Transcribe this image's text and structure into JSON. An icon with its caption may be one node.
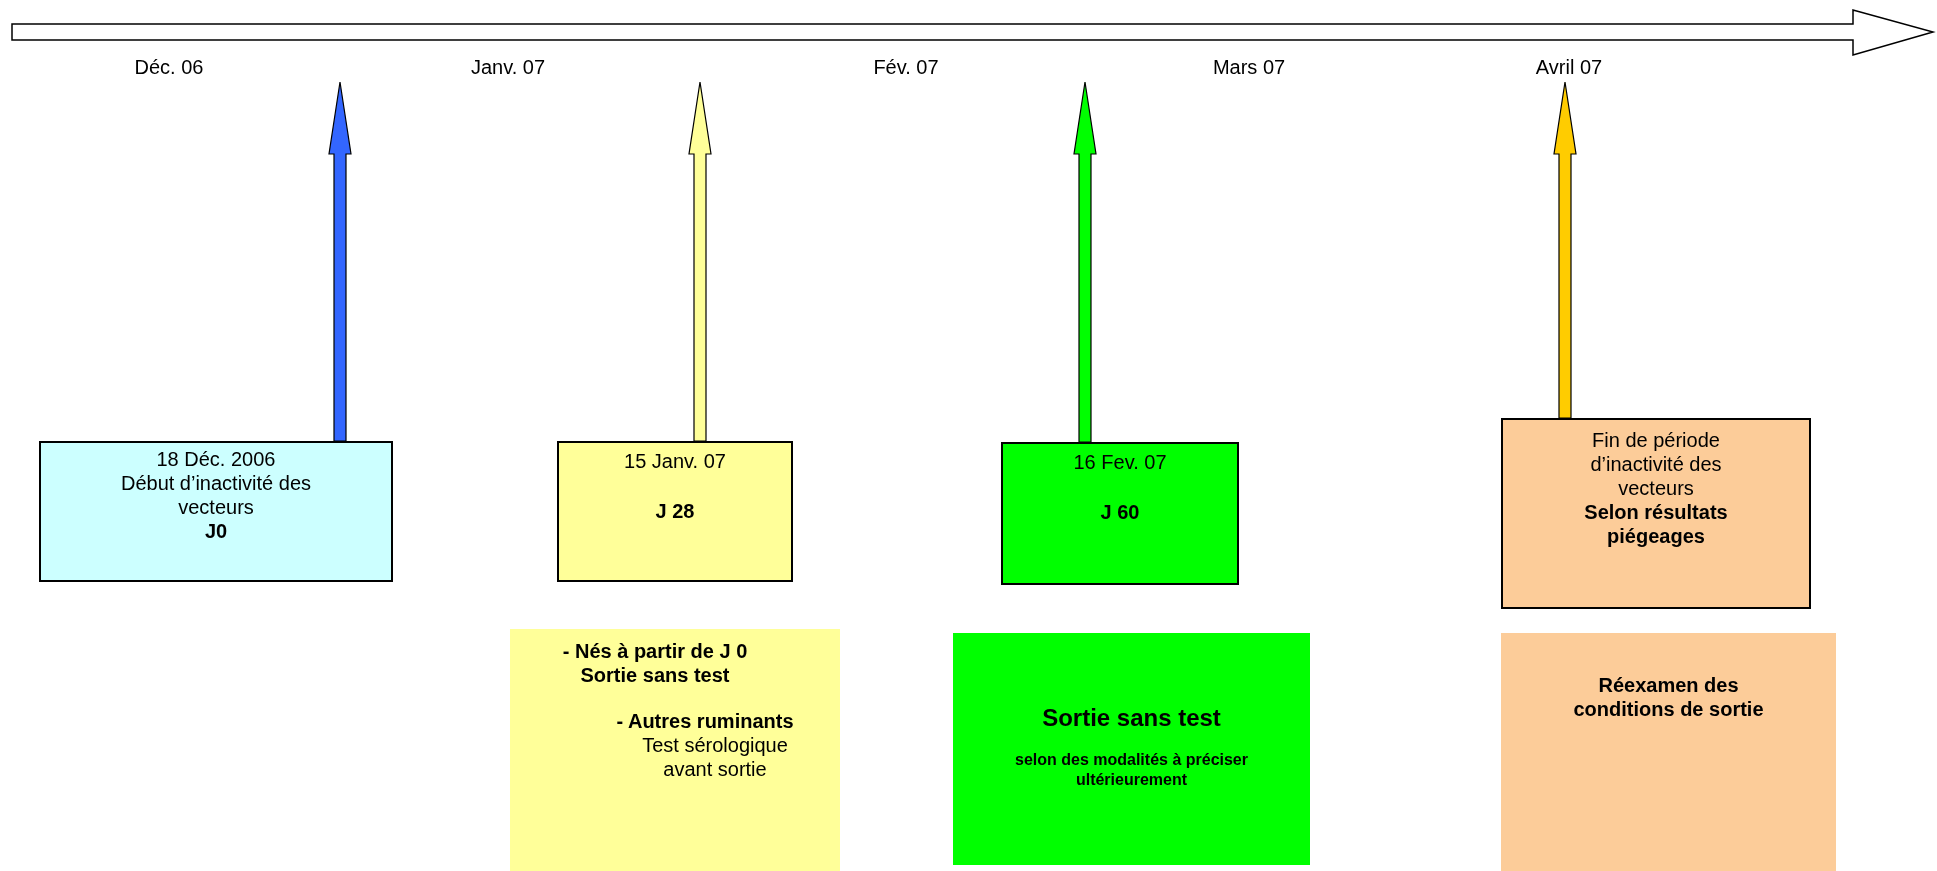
{
  "diagram": {
    "nodes": [
      {
        "text": [
          "18 Déc. 2006",
          "Début d’inactivité des vecteurs",
          "J0"
        ]
      },
      {
        "text": [
          "15 Janv. 07",
          "J 28"
        ]
      },
      {
        "text": [
          "16 Fev. 07",
          "J 60"
        ]
      },
      {
        "text": [
          "Fin de période d’inactivité des vecteurs",
          "Selon résultats piégeages"
        ]
      },
      {
        "text": [
          "- Nés à partir de J 0 Sortie sans test",
          "- Autres ruminants",
          "Test sérologique avant sortie"
        ]
      },
      {
        "text": [
          "Sortie sans test",
          "selon des modalités à préciser ultérieurement"
        ]
      },
      {
        "text": [
          "Réexamen des conditions de sortie"
        ]
      }
    ],
    "edges": [
      {
        "from": 0,
        "to": null,
        "arrow": "to",
        "color": "#3366ff"
      },
      {
        "from": 1,
        "to": null,
        "arrow": "to",
        "color": "#ffff99"
      },
      {
        "from": 2,
        "to": null,
        "arrow": "to",
        "color": "#00ff00"
      },
      {
        "from": 3,
        "to": null,
        "arrow": "to",
        "color": "#ffcc00"
      }
    ],
    "labels": [
      "Déc. 06",
      "Janv. 07",
      "Fév. 07",
      "Mars 07",
      "Avril 07"
    ]
  }
}
